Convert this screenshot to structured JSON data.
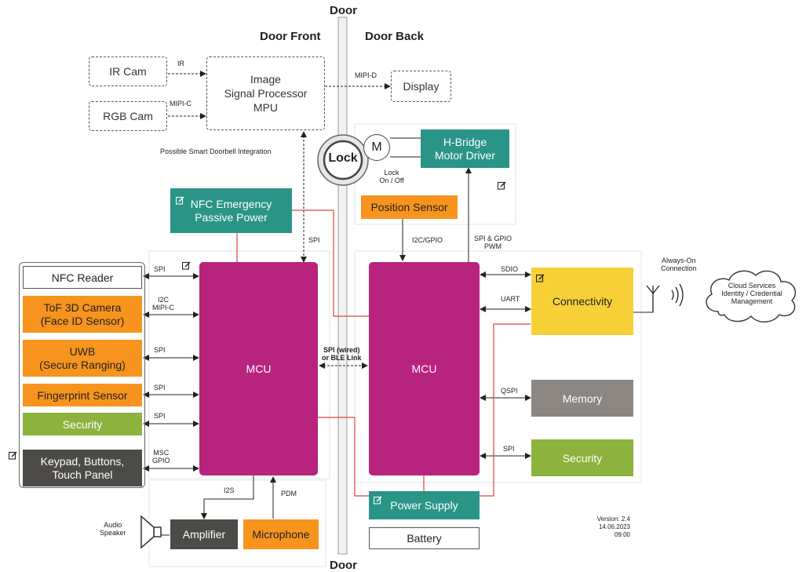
{
  "headers": {
    "door_top": "Door",
    "door_bottom": "Door",
    "door_front": "Door Front",
    "door_back": "Door Back"
  },
  "nodes": {
    "ir_cam": "IR Cam",
    "rgb_cam": "RGB Cam",
    "isp": "Image\nSignal Processor\nMPU",
    "display": "Display",
    "lock": "Lock",
    "motor": "M",
    "hbridge": "H-Bridge\nMotor Driver",
    "nfc_emergency": "NFC Emergency\nPassive Power",
    "position_sensor": "Position Sensor",
    "nfc_reader": "NFC Reader",
    "tof_camera": "ToF 3D Camera\n(Face ID Sensor)",
    "uwb": "UWB\n(Secure Ranging)",
    "fingerprint": "Fingerprint Sensor",
    "security_left": "Security",
    "keypad": "Keypad, Buttons,\nTouch Panel",
    "mcu_front": "MCU",
    "mcu_back": "MCU",
    "connectivity": "Connectivity",
    "memory": "Memory",
    "security_right": "Security",
    "power_supply": "Power Supply",
    "battery": "Battery",
    "amplifier": "Amplifier",
    "microphone": "Microphone",
    "cloud": "Cloud Services\nIdentity / Credential\nManagement"
  },
  "labels": {
    "ir": "IR",
    "mipi_c_cam": "MIPI-C",
    "mipi_d": "MIPI-D",
    "smart_doorbell": "Possible Smart Doorbell Integration",
    "lock_onoff": "Lock\nOn / Off",
    "spi_isp": "SPI",
    "i2c_gpio": "I2C/GPIO",
    "spi_gpio_pwm": "SPI & GPIO\nPWM",
    "spi_nfc": "SPI",
    "i2c_mipic": "I2C\nMIPI-C",
    "spi_uwb": "SPI",
    "spi_fp": "SPI",
    "spi_sec": "SPI",
    "msc_gpio": "MSC\nGPIO",
    "spi_ble": "SPI (wired)\nor BLE Link",
    "sdio": "SDIO",
    "uart": "UART",
    "qspi": "QSPI",
    "spi_sec_right": "SPI",
    "i2s": "I2S",
    "pdm": "PDM",
    "audio_speaker": "Audio\nSpeaker",
    "always_on": "Always-On\nConnection",
    "version": "Version: 2.4\n14.06.2023 09:00"
  },
  "colors": {
    "mcu": "#b8247d",
    "orange": "#f7941d",
    "green": "#8cb33e",
    "teal": "#2a9488",
    "grey": "#8c8682",
    "dark": "#4d4b48",
    "yellow": "#f7d038",
    "power_line": "#e0443c"
  },
  "icons": [
    "edit-icon",
    "lock-icon",
    "motor-icon",
    "antenna-icon",
    "speaker-icon",
    "cloud-icon"
  ]
}
